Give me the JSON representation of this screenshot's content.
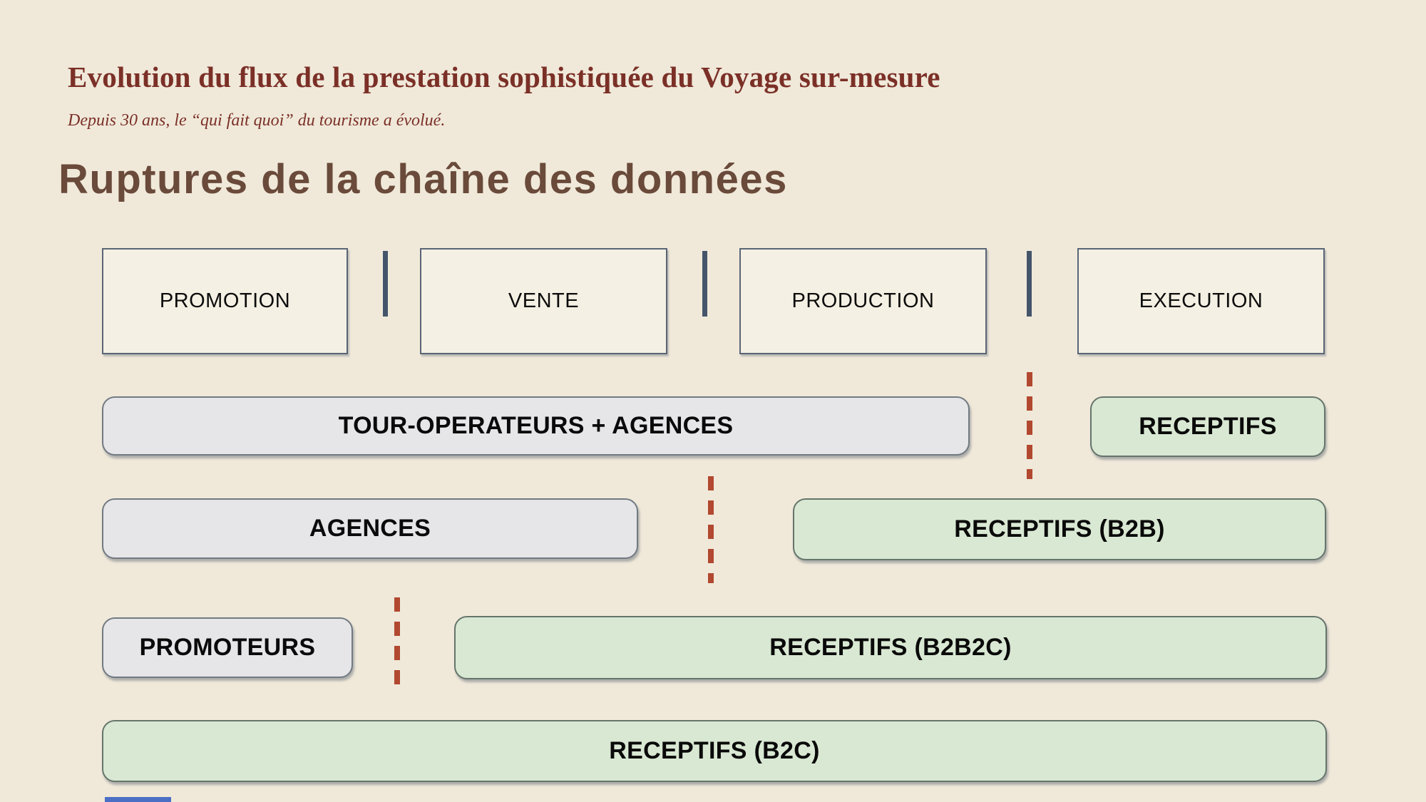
{
  "header": {
    "title": "Evolution du flux de la prestation sophistiquée du Voyage sur-mesure",
    "subtitle": "Depuis 30 ans, le “qui fait quoi” du tourisme a évolué.",
    "heading": "Ruptures de la chaîne des données"
  },
  "stages": [
    {
      "label": "PROMOTION"
    },
    {
      "label": "VENTE"
    },
    {
      "label": "PRODUCTION"
    },
    {
      "label": "EXECUTION"
    }
  ],
  "boxes": {
    "tour_operateurs": "TOUR-OPERATEURS + AGENCES",
    "receptifs": "RECEPTIFS",
    "agences": "AGENCES",
    "receptifs_b2b": "RECEPTIFS (B2B)",
    "promoteurs": "PROMOTEURS",
    "receptifs_b2b2c": "RECEPTIFS (B2B2C)",
    "receptifs_b2c": "RECEPTIFS (B2C)"
  },
  "colors": {
    "background": "#f0e9da",
    "title_maroon": "#7b3027",
    "heading_brown": "#6a4a3a",
    "stage_fill": "#f4f0e3",
    "stage_border": "#5a6576",
    "operator_fill": "#e6e5e8",
    "receptif_fill": "#d9e8d3",
    "separator_slate": "#44546a",
    "rupture_dash": "#b1482f",
    "partial_box_blue": "#4a6fc4"
  }
}
